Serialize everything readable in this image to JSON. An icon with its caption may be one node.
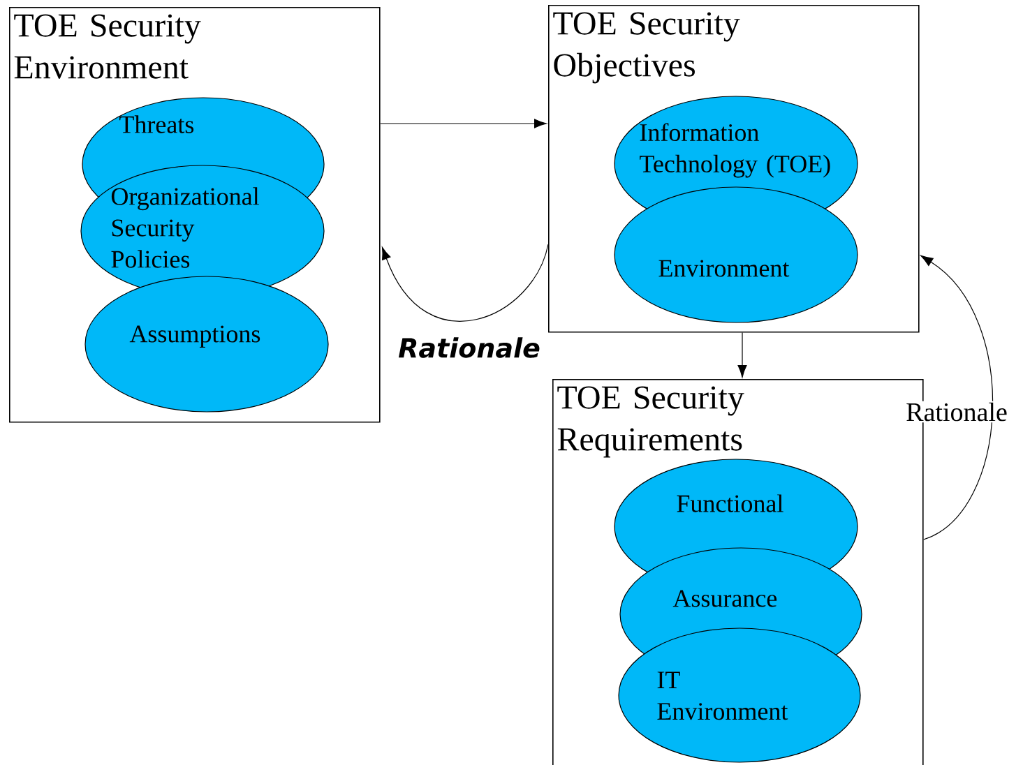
{
  "diagram": {
    "nodes": [
      {
        "text": [
          "TOE Security Environment"
        ]
      },
      {
        "text": [
          "Threats"
        ],
        "in": 0
      },
      {
        "text": [
          "Organizational Security Policies"
        ],
        "in": 0
      },
      {
        "text": [
          "Assumptions"
        ],
        "in": 0
      },
      {
        "text": [
          "TOE Security Objectives"
        ]
      },
      {
        "text": [
          "Information Technology (TOE)"
        ],
        "in": 4
      },
      {
        "text": [
          "Environment"
        ],
        "in": 4
      },
      {
        "text": [
          "TOE Security Requirements"
        ]
      },
      {
        "text": [
          "Functional"
        ],
        "in": 7
      },
      {
        "text": [
          "Assurance"
        ],
        "in": 7
      },
      {
        "text": [
          "IT Environment"
        ],
        "in": 7
      }
    ],
    "edges": [
      {
        "from": 0,
        "to": 4,
        "arrow": "to"
      },
      {
        "from": 4,
        "to": 0,
        "arrow": "to",
        "label": "*Rationale*"
      },
      {
        "from": 4,
        "to": 7,
        "arrow": "to"
      },
      {
        "from": 7,
        "to": 4,
        "arrow": "to",
        "label": "Rationale"
      }
    ]
  }
}
